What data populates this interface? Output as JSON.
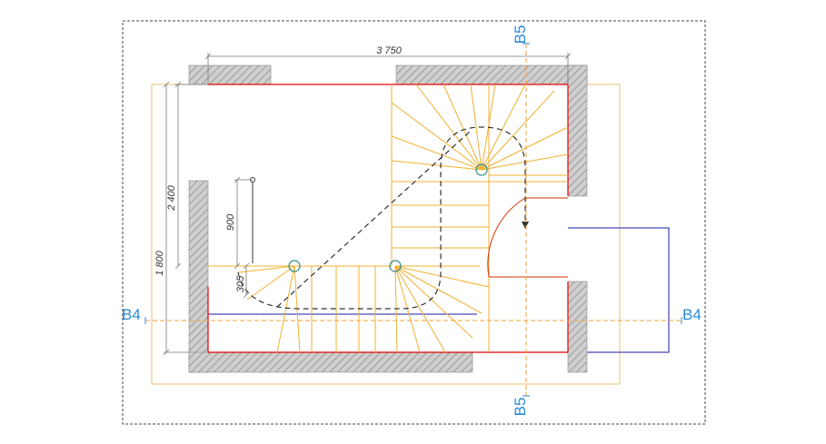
{
  "dimensions": {
    "total_width": "3 750",
    "height_upper": "2 400",
    "height_lower": "1 800",
    "rise": "900",
    "tread": "305"
  },
  "section_labels": {
    "b4_left": "B4",
    "b4_right": "B4",
    "b5_top": "B5",
    "b5_bottom": "B5"
  },
  "colors": {
    "background": "#ffffff",
    "frame": "#444444",
    "wall_fill": "#c8c8c8",
    "wall_hatch": "#9a9a9a",
    "slab_outline": "#e60000",
    "stair_structure": "#f0b030",
    "stair_outline": "#f0c070",
    "section_line": "#f5a030",
    "section_label": "#2a8ad8",
    "landing_outline": "#1a1aaa",
    "door_swing": "#d03000",
    "walking_line": "#333333",
    "dimension_line": "#777777",
    "node_marker": "#2a8a8a"
  }
}
